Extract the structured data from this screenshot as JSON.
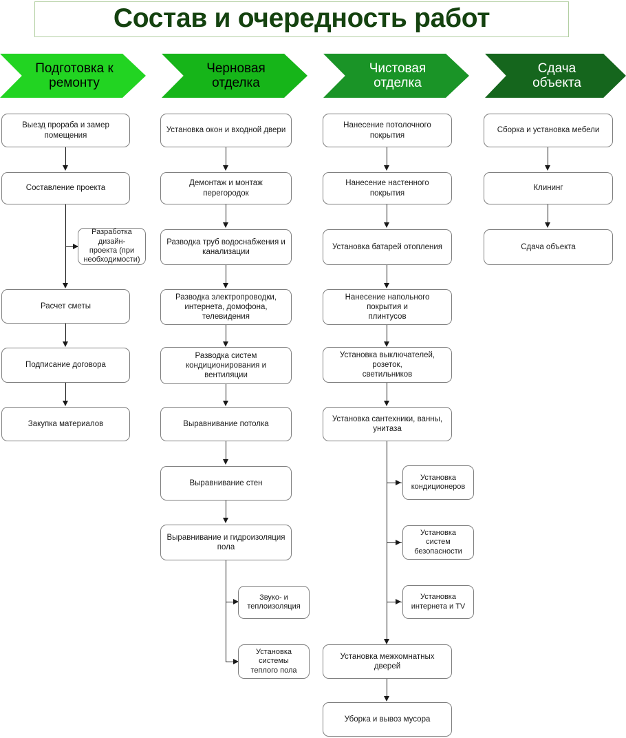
{
  "title": "Состав и очередность работ",
  "accent_colors": {
    "title_text": "#14420f",
    "title_border": "#b3cfa2",
    "phase1": "#22d422",
    "phase2": "#16b519",
    "phase3": "#1a9427",
    "phase4": "#15661d",
    "node_border": "#7f7f7f",
    "connector": "#1a1a1a"
  },
  "phases": [
    {
      "label": "Подготовка к\nремонту",
      "fill": "#22d422",
      "text_color": "#000000"
    },
    {
      "label": "Черновая\nотделка",
      "fill": "#16b519",
      "text_color": "#000000"
    },
    {
      "label": "Чистовая\nотделка",
      "fill": "#1a9427",
      "text_color": "#ffffff"
    },
    {
      "label": "Сдача\nобъекта",
      "fill": "#15661d",
      "text_color": "#ffffff"
    }
  ],
  "columns": [
    {
      "name": "Подготовка к ремонту",
      "main": [
        "Выезд прораба и замер\nпомещения",
        "Составление проекта",
        "Расчет сметы",
        "Подписание договора",
        "Закупка материалов"
      ],
      "branches": [
        "Разработка дизайн-\nпроекта (при\nнеобходимости)"
      ]
    },
    {
      "name": "Черновая отделка",
      "main": [
        "Установка окон и входной двери",
        "Демонтаж и монтаж\nперегородок",
        "Разводка труб водоснабжения и\nканализации",
        "Разводка электропроводки,\nинтернета, домофона,\nтелевидения",
        "Разводка систем\nкондиционирования и\nвентиляции",
        "Выравнивание потолка",
        "Выравнивание стен",
        "Выравнивание и гидроизоляция\nпола"
      ],
      "branches": [
        "Звуко- и\nтеплоизоляция",
        "Установка системы\nтеплого пола"
      ]
    },
    {
      "name": "Чистовая отделка",
      "main": [
        "Нанесение потолочного покрытия",
        "Нанесение настенного покрытия",
        "Установка батарей отопления",
        "Нанесение напольного покрытия и\nплинтусов",
        "Установка выключателей, розеток,\nсветильников",
        "Установка сантехники, ванны,\nунитаза",
        "Установка межкомнатных дверей",
        "Уборка и вывоз мусора"
      ],
      "branches": [
        "Установка\nкондиционеров",
        "Установка систем\nбезопасности",
        "Установка\nинтернета и TV"
      ]
    },
    {
      "name": "Сдача объекта",
      "main": [
        "Сборка и установка мебели",
        "Клининг",
        "Сдача объекта"
      ],
      "branches": []
    }
  ]
}
